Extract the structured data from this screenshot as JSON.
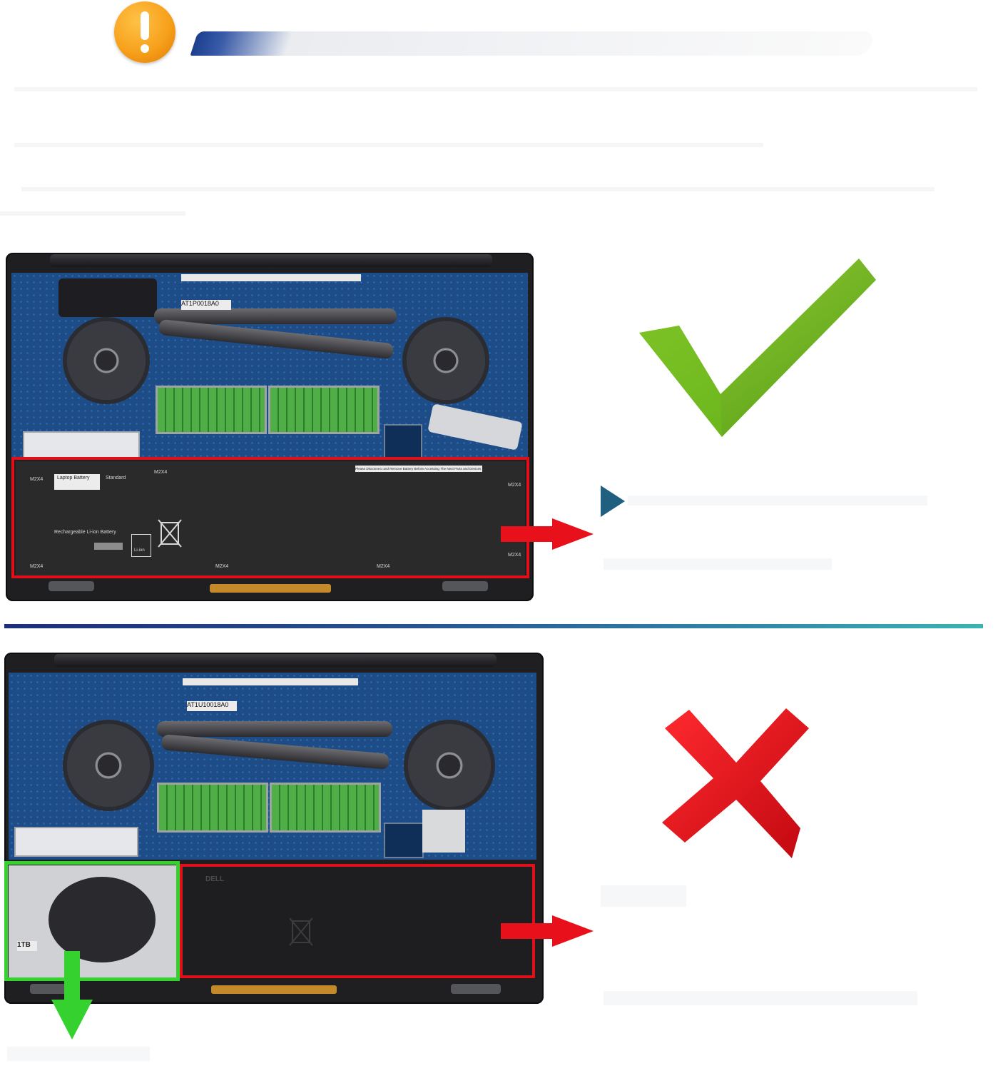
{
  "header": {
    "icon": "warning-exclamation-icon",
    "accent": "#f7a11c"
  },
  "panels": [
    {
      "verdict_icon": "green-checkmark-icon",
      "verdict_color": "#6fbe1e",
      "battery_label": {
        "brand": "Laptop Battery",
        "type": "Standard",
        "screw_mark": "M2X4",
        "warning": "Please Disconnect and Remove Battery Before Accessing The Next Parts and Devices",
        "ul": "Li-ion",
        "footer": "Rechargeable Li-ion Battery"
      },
      "board_sticker": "AT1P0018A0",
      "highlight_color": "#e0101a"
    },
    {
      "verdict_icon": "red-cross-icon",
      "verdict_color": "#e3101b",
      "board_sticker": "AT1U10018A0",
      "battery_brand": "DELL",
      "hdd_label": "1TB",
      "highlight_color": "#e0101a",
      "hdd_highlight_color": "#35d12e"
    }
  ]
}
